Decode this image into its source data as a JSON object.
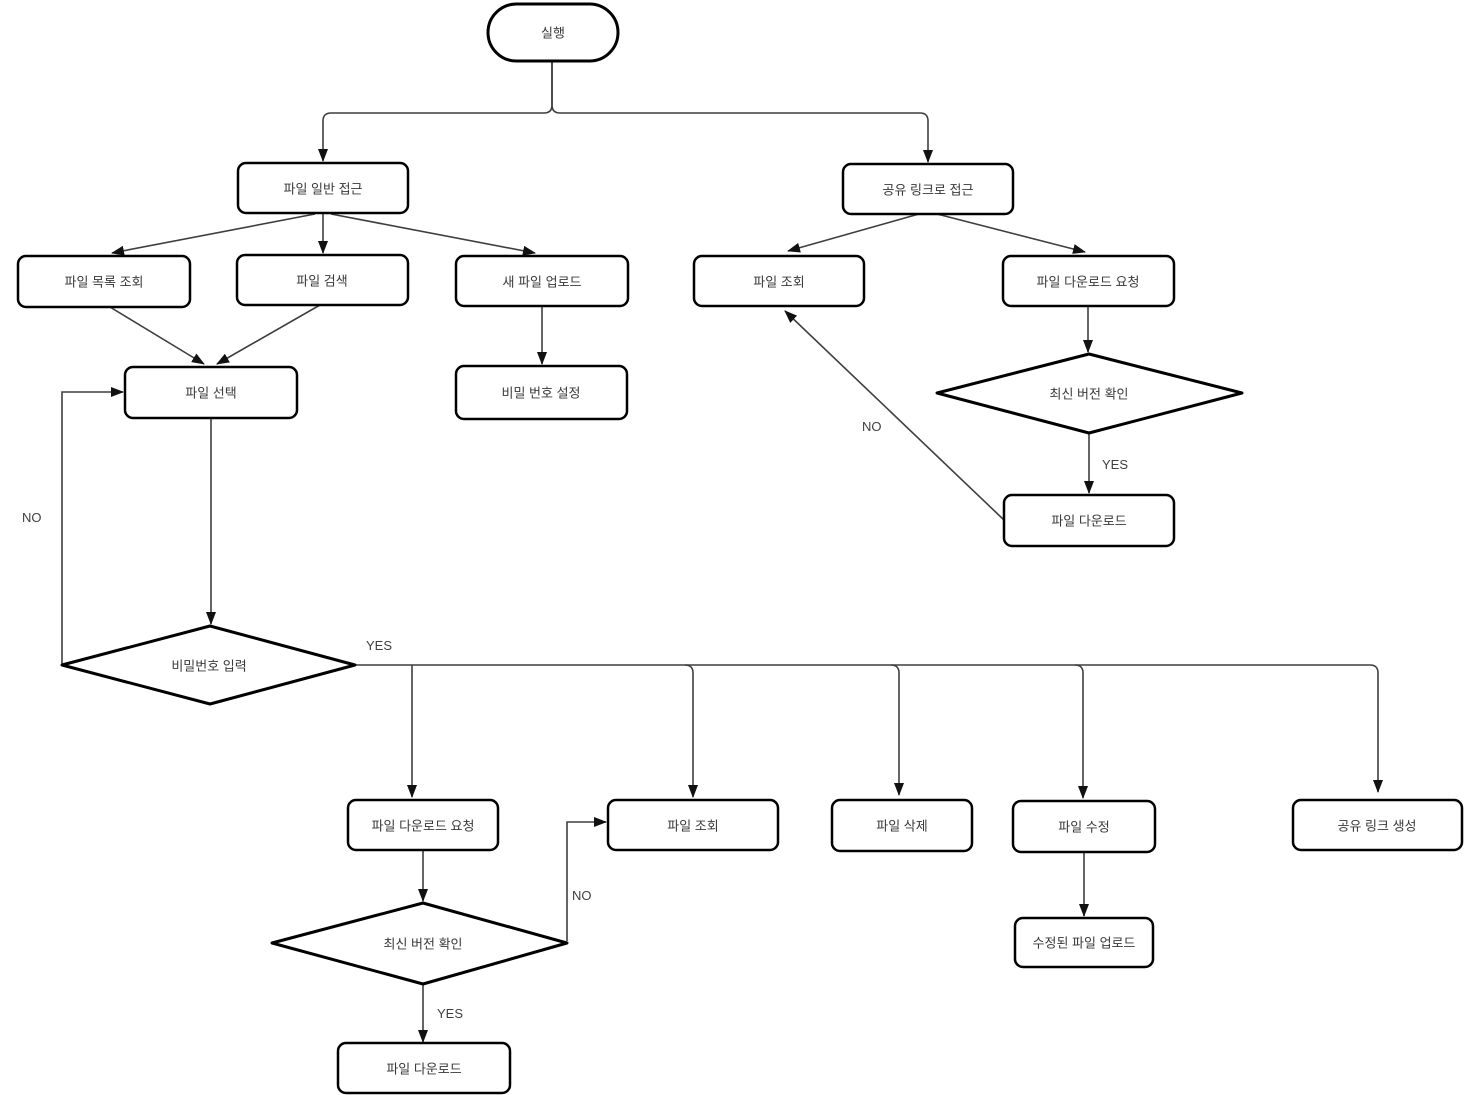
{
  "diagram": {
    "type": "flowchart",
    "colors": {
      "shape_fill": "#ffffff",
      "shape_stroke": "#000000",
      "edge": "#3f3f3f",
      "text": "#383838"
    },
    "nodes": {
      "start": {
        "shape": "terminator",
        "label": "실행"
      },
      "file_general_access": {
        "shape": "process",
        "label": "파일 일반 접근"
      },
      "shared_link_access": {
        "shape": "process",
        "label": "공유 링크로 접근"
      },
      "file_list_view": {
        "shape": "process",
        "label": "파일 목록 조회"
      },
      "file_search": {
        "shape": "process",
        "label": "파일 검색"
      },
      "new_file_upload": {
        "shape": "process",
        "label": "새 파일 업로드"
      },
      "file_select": {
        "shape": "process",
        "label": "파일 선택"
      },
      "password_setting": {
        "shape": "process",
        "label": "비밀 번호 설정"
      },
      "shared_file_view": {
        "shape": "process",
        "label": "파일 조회"
      },
      "shared_download_request": {
        "shape": "process",
        "label": "파일 다운로드 요청"
      },
      "shared_version_check": {
        "shape": "decision",
        "label": "최신 버전 확인"
      },
      "shared_file_download": {
        "shape": "process",
        "label": "파일 다운로드"
      },
      "password_input": {
        "shape": "decision",
        "label": "비밀번호 입력"
      },
      "download_request": {
        "shape": "process",
        "label": "파일 다운로드 요청"
      },
      "file_view": {
        "shape": "process",
        "label": "파일 조회"
      },
      "file_delete": {
        "shape": "process",
        "label": "파일 삭제"
      },
      "file_edit": {
        "shape": "process",
        "label": "파일 수정"
      },
      "share_link_create": {
        "shape": "process",
        "label": "공유 링크 생성"
      },
      "edited_file_upload": {
        "shape": "process",
        "label": "수정된 파일 업로드"
      },
      "version_check": {
        "shape": "decision",
        "label": "최신 버전 확인"
      },
      "file_download": {
        "shape": "process",
        "label": "파일 다운로드"
      }
    },
    "edge_labels": {
      "shared_version_yes": "YES",
      "shared_version_no": "NO",
      "password_input_yes": "YES",
      "password_input_no": "NO",
      "version_check_yes": "YES",
      "version_check_no": "NO"
    }
  }
}
